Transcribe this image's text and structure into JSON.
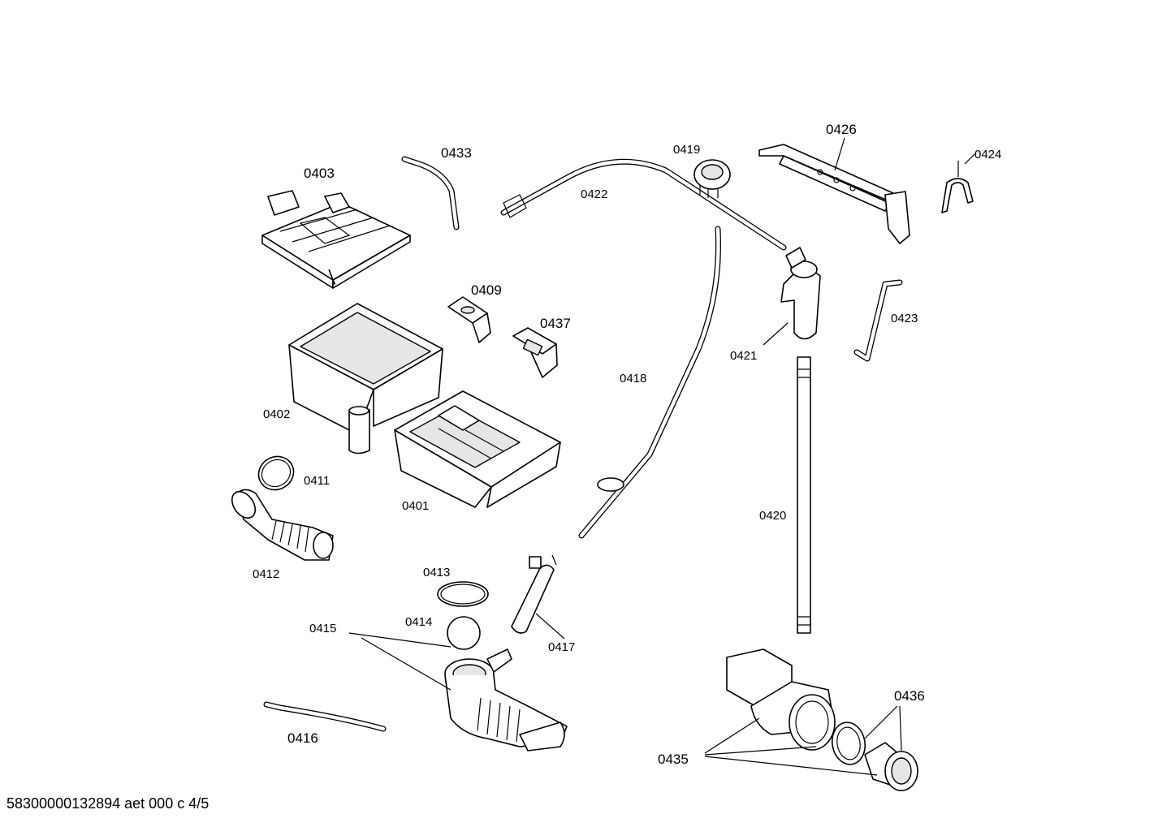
{
  "labels": {
    "p0401": "0401",
    "p0402": "0402",
    "p0403": "0403",
    "p0409": "0409",
    "p0411": "0411",
    "p0412": "0412",
    "p0413": "0413",
    "p0414": "0414",
    "p0415": "0415",
    "p0416": "0416",
    "p0417": "0417",
    "p0418": "0418",
    "p0419": "0419",
    "p0420": "0420",
    "p0421": "0421",
    "p0422": "0422",
    "p0423": "0423",
    "p0424": "0424",
    "p0426": "0426",
    "p0433": "0433",
    "p0435": "0435",
    "p0436": "0436",
    "p0437": "0437"
  },
  "footer": {
    "code": "58300000132894 aet 000 c 4/5"
  }
}
